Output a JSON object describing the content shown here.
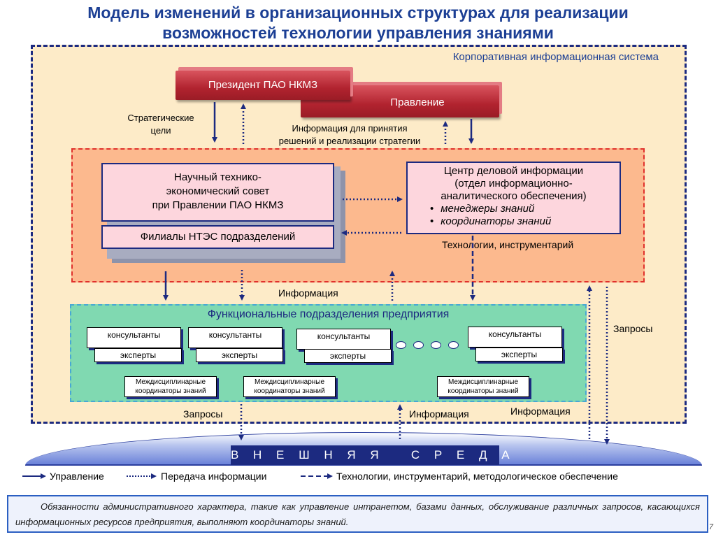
{
  "title": {
    "line1": "Модель изменений в организационных структурах для реализации",
    "line2": "возможностей технологии управления знаниями"
  },
  "corporate_system": "Корпоративная информационная система",
  "president": "Президент ПАО НКМЗ",
  "board": "Правление",
  "strategic_goals": [
    "Стратегические",
    "цели"
  ],
  "decision_info": [
    "Информация для принятия",
    "решений и реализации стратегии"
  ],
  "nts": {
    "line1": "Научный технико-",
    "line2": "экономический совет",
    "line3": "при Правлении ПАО НКМЗ",
    "branches": "Филиалы НТЭС подразделений"
  },
  "cdi": {
    "line1": "Центр деловой информации",
    "line2": "(отдел информационно-",
    "line3": "аналитического обеспечения)",
    "bullet1": "менеджеры знаний",
    "bullet2": "координаторы знаний"
  },
  "technologies_tools": "Технологии, инструментарий",
  "information_mid": "Информация",
  "functional": {
    "title": "Функциональные подразделения предприятия",
    "consultants": "консультанты",
    "experts": "эксперты",
    "coordinators": [
      "Междисциплинарные",
      "координаторы знаний"
    ]
  },
  "requests_right": "Запросы",
  "requests_bottom": "Запросы",
  "information_bottom": "Информация",
  "information_right": "Информация",
  "external": "В Н Е Ш Н Я Я   С Р Е Д А",
  "legend": {
    "control": "Управление",
    "transfer": "Передача информации",
    "tech": "Технологии, инструментарий, методологическое обеспечение"
  },
  "note": "Обязанности административного характера, такие как управление интранетом, базами данных, обслуживание различных запросов, касающихся информационных ресурсов предприятия, выполняют координаторы знаний.",
  "page_number": "7",
  "colors": {
    "title": "#1c3f94",
    "ribbon": "#b1232f",
    "outer_frame_bg": "#fdebc8",
    "orange_zone": "#fcb98e",
    "green_zone": "#80d9b1",
    "box_fill": "#fdd6dd",
    "dark_blue": "#1c2a80"
  }
}
